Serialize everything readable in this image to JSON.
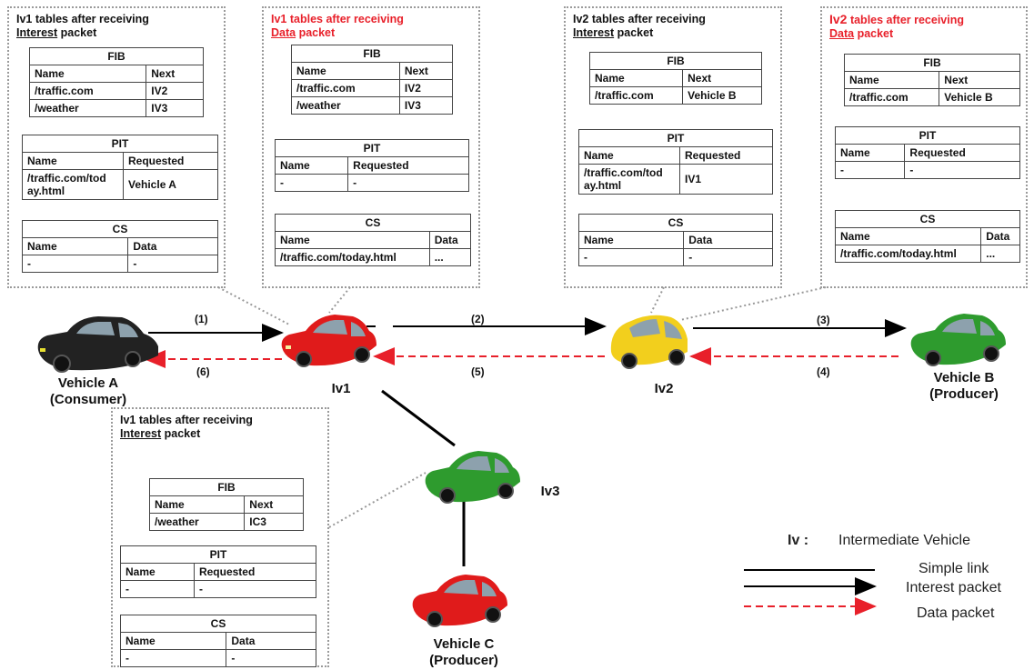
{
  "panels": {
    "iv1_interest_top": {
      "title_l1": "Iv1 tables after receiving",
      "title_l2": "Interest",
      "title_l2_rest": " packet",
      "fib": {
        "title": "FIB",
        "h1": "Name",
        "h2": "Next",
        "rows": [
          [
            "/traffic.com",
            "IV2"
          ],
          [
            "/weather",
            "IV3"
          ]
        ]
      },
      "pit": {
        "title": "PIT",
        "h1": "Name",
        "h2": "Requested",
        "r1c1": "/traffic.com/tod ay.html",
        "r1c2": "Vehicle A"
      },
      "cs": {
        "title": "CS",
        "h1": "Name",
        "h2": "Data",
        "r1c1": "-",
        "r1c2": "-"
      }
    },
    "iv1_data": {
      "title_l1": "Iv1 tables after receiving",
      "title_l2": "Data",
      "title_l2_rest": " packet",
      "fib": {
        "title": "FIB",
        "h1": "Name",
        "h2": "Next",
        "rows": [
          [
            "/traffic.com",
            "IV2"
          ],
          [
            "/weather",
            "IV3"
          ]
        ]
      },
      "pit": {
        "title": "PIT",
        "h1": "Name",
        "h2": "Requested",
        "r1c1": "-",
        "r1c2": "-"
      },
      "cs": {
        "title": "CS",
        "h1": "Name",
        "h2": "Data",
        "r1c1": "/traffic.com/today.html",
        "r1c2": "..."
      }
    },
    "iv2_interest": {
      "title_l1": "Iv2 tables after receiving",
      "title_l2": "Interest",
      "title_l2_rest": " packet",
      "fib": {
        "title": "FIB",
        "h1": "Name",
        "h2": "Next",
        "rows": [
          [
            "/traffic.com",
            "Vehicle B"
          ]
        ]
      },
      "pit": {
        "title": "PIT",
        "h1": "Name",
        "h2": "Requested",
        "r1c1": "/traffic.com/tod ay.html",
        "r1c2": "IV1"
      },
      "cs": {
        "title": "CS",
        "h1": "Name",
        "h2": "Data",
        "r1c1": "-",
        "r1c2": "-"
      }
    },
    "iv2_data": {
      "title_l1a": "Iv2",
      "title_l1b": " tables after receiving",
      "title_l2": "Data",
      "title_l2_rest": " packet",
      "fib": {
        "title": "FIB",
        "h1": "Name",
        "h2": "Next",
        "rows": [
          [
            "/traffic.com",
            "Vehicle B"
          ]
        ]
      },
      "pit": {
        "title": "PIT",
        "h1": "Name",
        "h2": "Requested",
        "r1c1": "-",
        "r1c2": "-"
      },
      "cs": {
        "title": "CS",
        "h1": "Name",
        "h2": "Data",
        "r1c1": "/traffic.com/today.html",
        "r1c2": "..."
      }
    },
    "iv1_interest_bottom": {
      "title_l1": "Iv1 tables after receiving",
      "title_l2": "Interest",
      "title_l2_rest": " packet",
      "fib": {
        "title": "FIB",
        "h1": "Name",
        "h2": "Next",
        "rows": [
          [
            "/weather",
            "IC3"
          ]
        ]
      },
      "pit": {
        "title": "PIT",
        "h1": "Name",
        "h2": "Requested",
        "r1c1": "-",
        "r1c2": "-"
      },
      "cs": {
        "title": "CS",
        "h1": "Name",
        "h2": "Data",
        "r1c1": "-",
        "r1c2": "-"
      }
    }
  },
  "nodes": {
    "vehicle_a": {
      "l1": "Vehicle A",
      "l2": "(Consumer)",
      "color": "#222222"
    },
    "iv1": {
      "l1": "Iv1",
      "color": "#e01b1b"
    },
    "iv2": {
      "l1": "Iv2",
      "color": "#f2cf1d"
    },
    "iv3": {
      "l1": "Iv3",
      "color": "#2e9b2e"
    },
    "vehicle_b": {
      "l1": "Vehicle B",
      "l2": "(Producer)",
      "color": "#2e9b2e"
    },
    "vehicle_c": {
      "l1": "Vehicle C",
      "l2": "(Producer)",
      "color": "#e01b1b"
    }
  },
  "steps": {
    "s1": "(1)",
    "s2": "(2)",
    "s3": "(3)",
    "s4": "(4)",
    "s5": "(5)",
    "s6": "(6)"
  },
  "legend": {
    "iv_key": "Iv :",
    "iv_desc": "Intermediate Vehicle",
    "simple_link": "Simple link",
    "interest_packet": "Interest packet",
    "data_packet": "Data packet"
  },
  "colors": {
    "data_arrow": "#e8202a",
    "interest_arrow": "#000000",
    "title_red": "#e8202a"
  }
}
